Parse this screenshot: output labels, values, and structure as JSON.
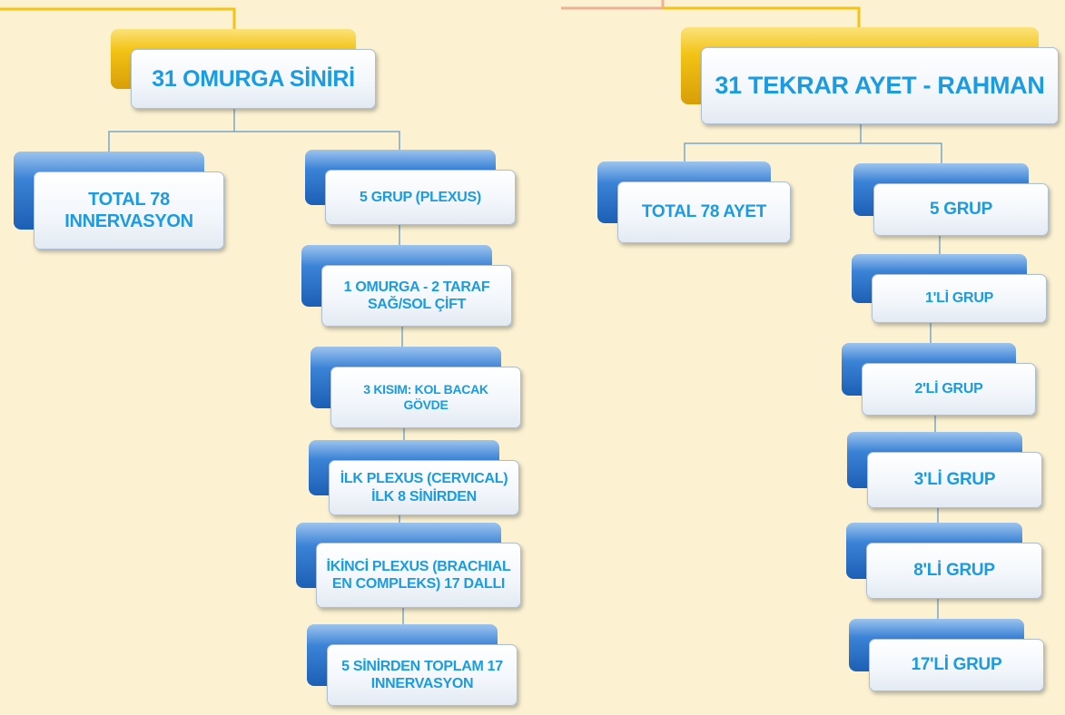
{
  "colors": {
    "background": "#fcf2d2",
    "text": "#1a9be2",
    "accent_blue": "#2f78cf",
    "accent_gold": "#f3c316",
    "connector": "#7aa6c8"
  },
  "left_tree": {
    "root": "31 OMURGA SİNİRİ",
    "total": "TOTAL 78 INNERVASYON",
    "chain": [
      "5 GRUP (PLEXUS)",
      "1 OMURGA - 2 TARAF SAĞ/SOL ÇİFT",
      "3 KISIM: KOL BACAK GÖVDE",
      "İLK PLEXUS  (CERVICAL) İLK 8 SİNİRDEN",
      "İKİNCİ PLEXUS (BRACHIAL EN COMPLEKS) 17 DALLI",
      "5 SİNİRDEN TOPLAM 17 INNERVASYON"
    ]
  },
  "right_tree": {
    "root": "31 TEKRAR AYET - RAHMAN",
    "total": "TOTAL 78 AYET",
    "chain": [
      "5 GRUP",
      "1'Lİ GRUP",
      "2'Lİ GRUP",
      "3'Lİ GRUP",
      "8'Lİ GRUP",
      "17'Lİ GRUP"
    ]
  }
}
